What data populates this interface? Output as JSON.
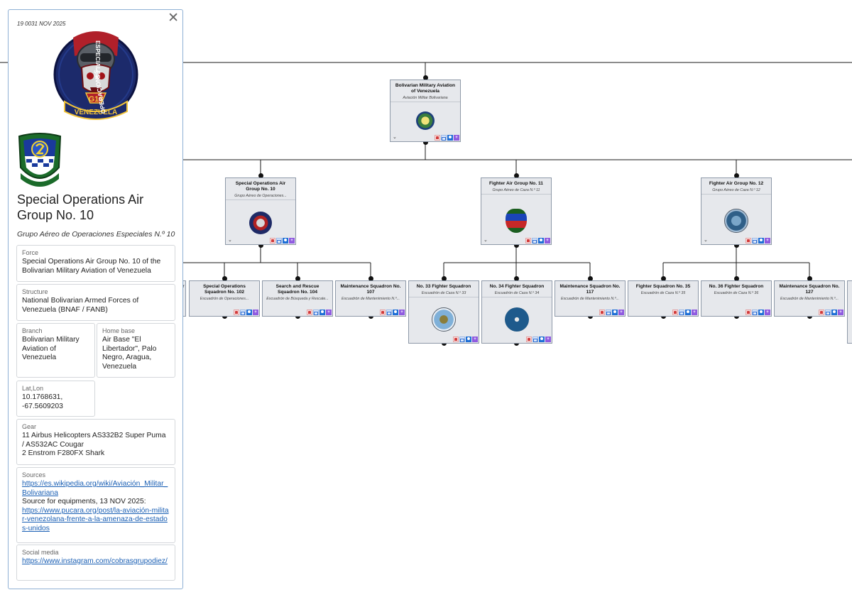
{
  "panel": {
    "date": "19 0031 NOV 2025",
    "title": "Special Operations Air Group No. 10",
    "subtitle": "Grupo Aéreo de Operaciones Especiales N.º 10",
    "patch_text": {
      "left": "OPERACIONES",
      "right": "ESPECIALES",
      "center": "G10",
      "bottom": "VENEZUELA"
    },
    "force_label": "Force",
    "force_value": "Special Operations Air Group No. 10 of the Bolivarian Military Aviation of Venezuela",
    "structure_label": "Structure",
    "structure_value": "National Bolivarian Armed Forces of Venezuela (BNAF / FANB)",
    "branch_label": "Branch",
    "branch_value": "Bolivarian Military Aviation of Venezuela",
    "homebase_label": "Home base",
    "homebase_value": "Air Base \"El Libertador\", Palo Negro, Aragua, Venezuela",
    "latlon_label": "Lat,Lon",
    "latlon_value": "10.1768631, -67.5609203",
    "gear_label": "Gear",
    "gear_line1": "11 Airbus Helicopters AS332B2 Super Puma / AS532AC Cougar",
    "gear_line2": "2 Enstrom F280FX Shark",
    "sources_label": "Sources",
    "source_link1": "https://es.wikipedia.org/wiki/Aviación_Militar_Bolivariana",
    "source_note": "Source for equipments, 13 NOV 2025:",
    "source_link2": "https://www.pucara.org/post/la-aviación-militar-venezolana-frente-a-la-amenaza-de-estados-unidos",
    "social_label": "Social media",
    "social_link": "https://www.instagram.com/cobrasgrupodiez/"
  },
  "tree": {
    "root": {
      "title": "Bolivarian Military Aviation of Venezuela",
      "sub": "Aviación Militar Bolivariana"
    },
    "g10": {
      "title": "Special Operations Air Group No. 10",
      "sub": "Grupo Aéreo de Operaciones..."
    },
    "g11": {
      "title": "Fighter Air Group No. 11",
      "sub": "Grupo Aéreo de Caza N.º 11"
    },
    "g12": {
      "title": "Fighter Air Group No. 12",
      "sub": "Grupo Aéreo de Caza N.º 12"
    },
    "partial_left": {
      "title": "or"
    },
    "s102": {
      "title": "Special Operations Squadron No. 102",
      "sub": "Escuadrón de Operaciones..."
    },
    "s104": {
      "title": "Search and Rescue Squadron No. 104",
      "sub": "Escuadrón de Búsqueda y Rescate..."
    },
    "s107": {
      "title": "Maintenance Squadron No. 107",
      "sub": "Escuadrón de Mantenimiento N.º..."
    },
    "s33": {
      "title": "No. 33 Fighter Squadron",
      "sub": "Escuadrón de Caza N.º 33"
    },
    "s34": {
      "title": "No. 34 Fighter Squadron",
      "sub": "Escuadrón de Caza N.º 34"
    },
    "s117": {
      "title": "Maintenance Squadron No. 117",
      "sub": "Escuadrón de Mantenimiento N.º..."
    },
    "s35": {
      "title": "Fighter Squadron No. 35",
      "sub": "Escuadrón de Caza N.º 35"
    },
    "s36": {
      "title": "No. 36 Fighter Squadron",
      "sub": "Escuadrón de Caza N.º 36"
    },
    "s127": {
      "title": "Maintenance Squadron No. 127",
      "sub": "Escuadrón de Mantenimiento N.º..."
    }
  },
  "colors": {
    "accent": "#1a5fb4",
    "node_bg": "#e6e8ec",
    "panel_border": "#8fb0d4"
  },
  "icons": [
    "close-icon",
    "chevron-down-icon",
    "person-icon",
    "copy-icon",
    "globe-icon",
    "plus-icon"
  ]
}
